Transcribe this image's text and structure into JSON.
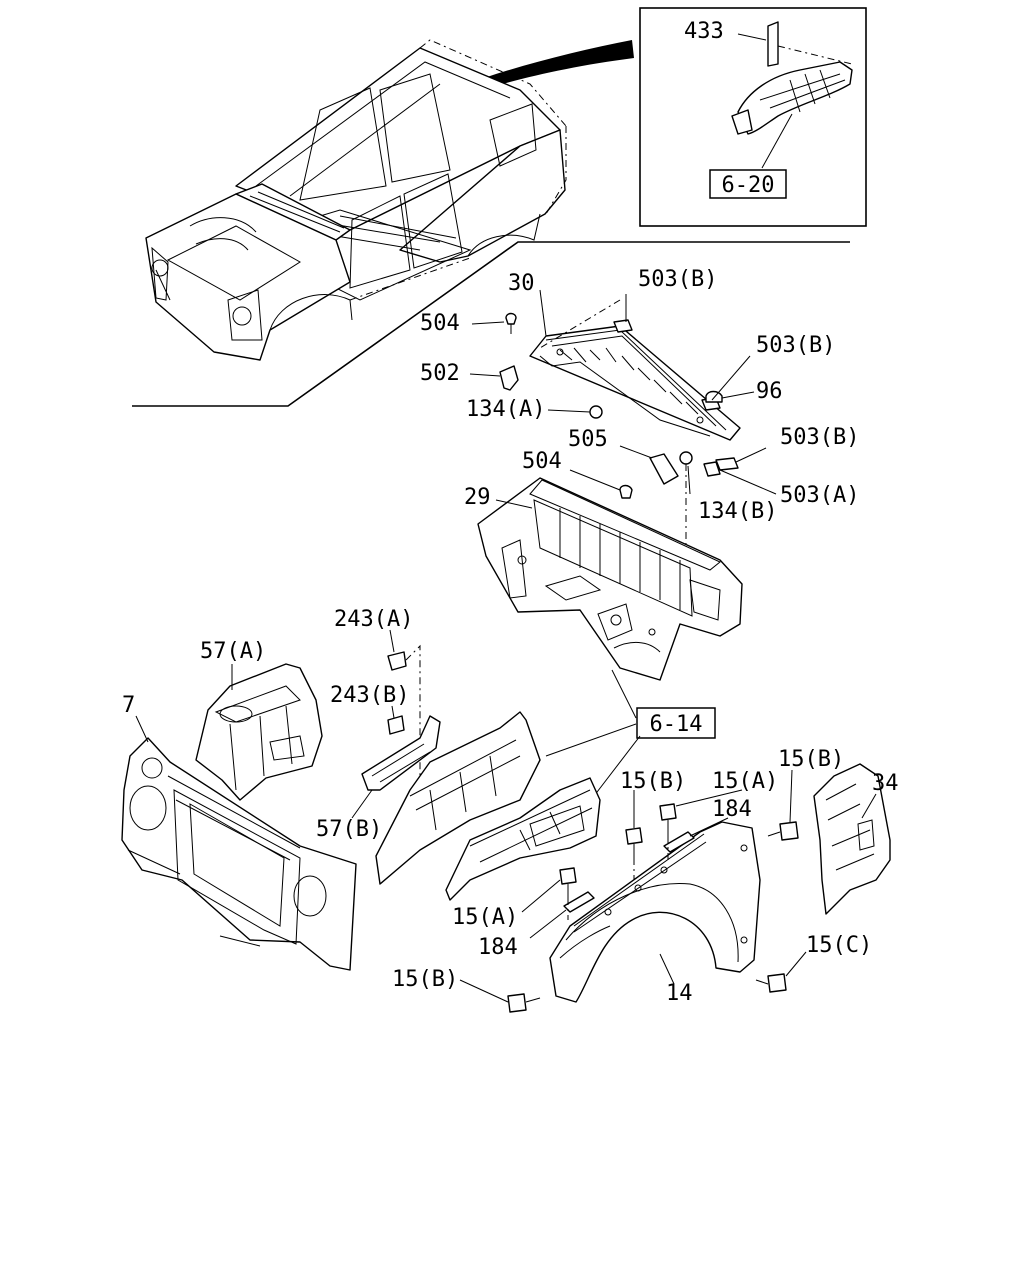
{
  "inset_ref": "6-20",
  "main_ref": "6-14",
  "labels": {
    "l433": "433",
    "l30": "30",
    "l503b_1": "503(B)",
    "l504_top": "504",
    "l503b_2": "503(B)",
    "l502": "502",
    "l96": "96",
    "l134a": "134(A)",
    "l503b_3": "503(B)",
    "l505": "505",
    "l504_mid": "504",
    "l134b": "134(B)",
    "l503a": "503(A)",
    "l29": "29",
    "l243a": "243(A)",
    "l57a": "57(A)",
    "l243b": "243(B)",
    "l7": "7",
    "l57b": "57(B)",
    "l15b_1": "15(B)",
    "l15a_1": "15(A)",
    "l15b_2": "15(B)",
    "l34": "34",
    "l184_1": "184",
    "l15a_2": "15(A)",
    "l184_2": "184",
    "l15c": "15(C)",
    "l15b_3": "15(B)",
    "l14": "14"
  }
}
